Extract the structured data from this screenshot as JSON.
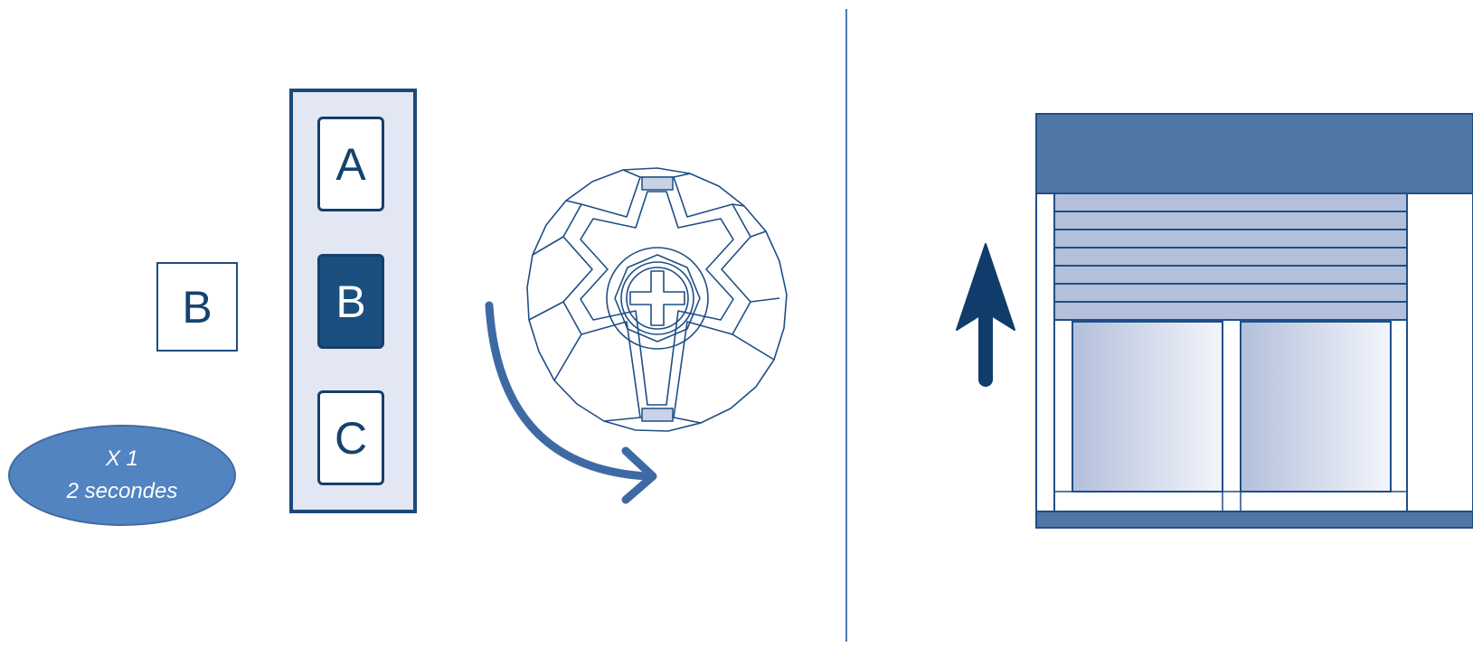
{
  "step_button": {
    "label": "B"
  },
  "remote": {
    "buttons": [
      {
        "label": "A",
        "active": false
      },
      {
        "label": "B",
        "active": true
      },
      {
        "label": "C",
        "active": false
      }
    ]
  },
  "press_badge": {
    "count": "X 1",
    "duration": "2 secondes"
  },
  "colors": {
    "dark_blue": "#1a4f80",
    "mid_blue": "#5284c2",
    "light_blue": "#e3e6f3",
    "shutter_frame": "#4f77a6"
  },
  "icons": {
    "knob": "ratchet-knob-icon",
    "rotate_arrow": "clockwise-arrow-icon",
    "up_arrow": "arrow-up-icon",
    "shutter": "roller-shutter-window-icon"
  }
}
